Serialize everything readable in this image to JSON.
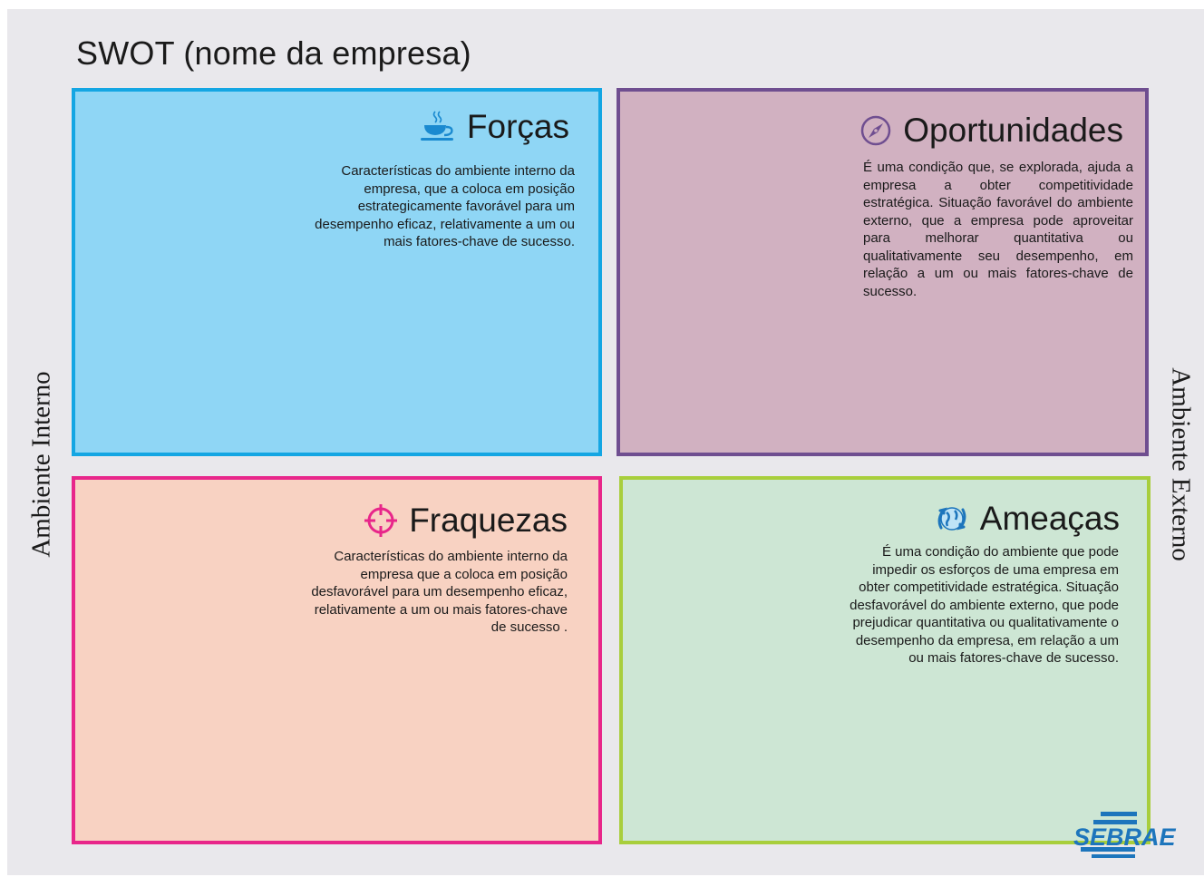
{
  "title": "SWOT (nome da empresa)",
  "side_labels": {
    "left": "Ambiente Interno",
    "right": "Ambiente Externo"
  },
  "quadrants": {
    "forcas": {
      "heading": "Forças",
      "icon": "coffee-cup-icon",
      "description": "Características do ambiente interno da empresa, que a coloca em posição estrategicamente favorável para um desempenho eficaz, relativamente a um ou mais fatores-chave de sucesso."
    },
    "oportunidades": {
      "heading": "Oportunidades",
      "icon": "compass-icon",
      "description": "É uma condição que, se explorada, ajuda a empresa a obter competitividade estratégica. Situação favorável do ambiente externo, que a empresa pode aproveitar para melhorar quantitativa ou qualitativamente seu desempenho, em relação a um ou mais fatores-chave de sucesso."
    },
    "fraquezas": {
      "heading": "Fraquezas",
      "icon": "crosshair-icon",
      "description": "Características do ambiente interno da empresa que a coloca em posição desfavorável para um desempenho eficaz, relativamente a um ou mais fatores-chave de sucesso ."
    },
    "ameacas": {
      "heading": "Ameaças",
      "icon": "globe-arrows-icon",
      "description": "É uma condição do ambiente que pode impedir os esforços de uma empresa em obter competitividade estratégica. Situação desfavorável do ambiente externo, que pode prejudicar quantitativa ou qualitativamente o desempenho da empresa, em relação a um ou mais fatores-chave de sucesso."
    }
  },
  "logo": {
    "text": "SEBRAE",
    "color": "#1d75bc"
  },
  "colors": {
    "forcas_fill": "#8fd6f5",
    "forcas_border": "#14a6e3",
    "oportunidades_fill": "#d1b1c1",
    "oportunidades_border": "#6f4e90",
    "fraquezas_fill": "#f8d2c2",
    "fraquezas_border": "#e8268a",
    "ameacas_fill": "#cde6d4",
    "ameacas_border": "#a8ce3c"
  }
}
